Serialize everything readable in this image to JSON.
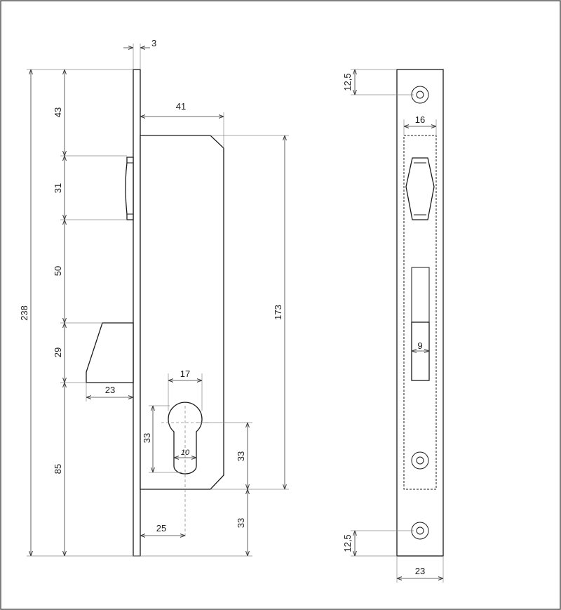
{
  "dimensions": {
    "faceplate_thickness": "3",
    "case_depth": "41",
    "top_to_latch": "43",
    "latch_height": "31",
    "latch_to_bolt": "50",
    "bolt_height": "29",
    "bolt_to_bottom": "85",
    "total_height": "238",
    "case_height": "173",
    "bolt_throw": "23",
    "cylinder_width": "17",
    "cylinder_height": "33",
    "cylinder_slot": "10",
    "cylinder_to_case_bottom": "33",
    "case_bottom_to_plate": "33",
    "backset": "25",
    "screw_top_offset": "12,5",
    "screw_bottom_offset": "12,5",
    "inner_width": "16",
    "bolt_slot_width": "9",
    "faceplate_width": "23"
  }
}
